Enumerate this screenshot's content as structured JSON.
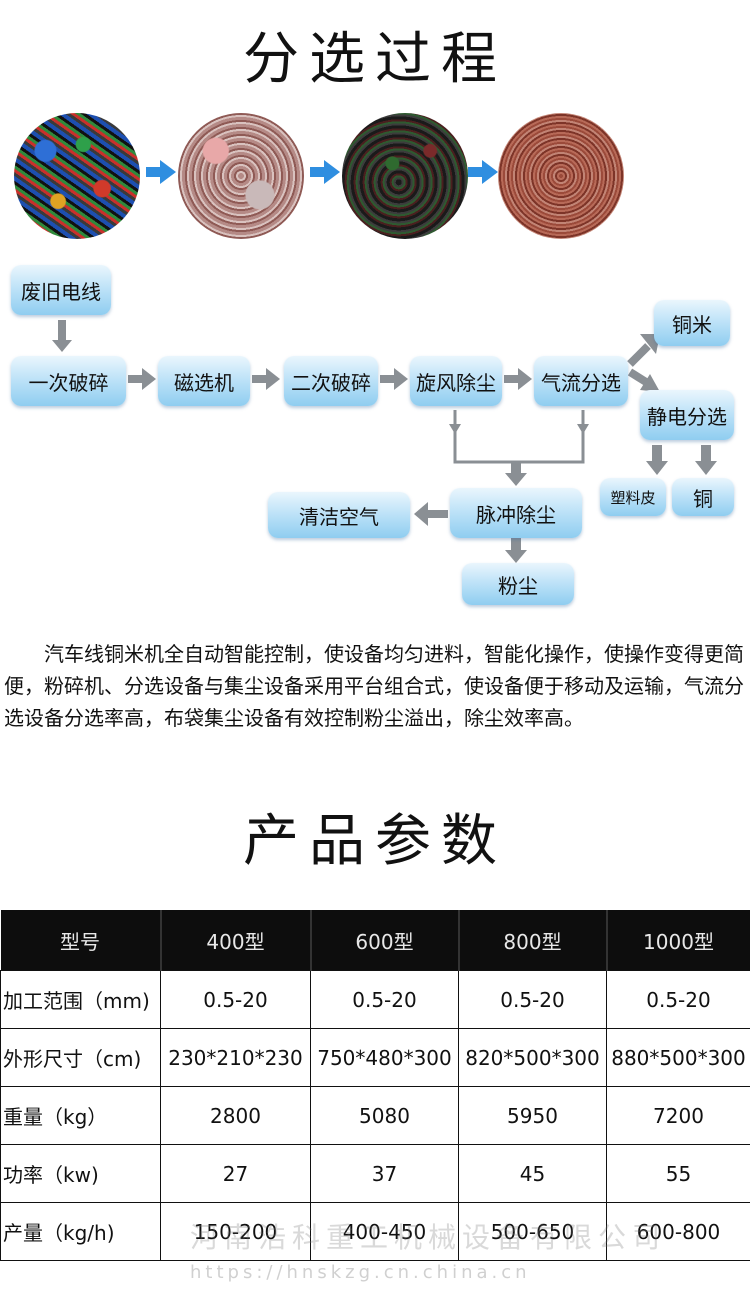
{
  "section1": {
    "title": "分选过程"
  },
  "flow": {
    "waste_wire": "废旧电线",
    "primary_crush": "一次破碎",
    "magnetic_sep": "磁选机",
    "secondary_crush": "二次破碎",
    "cyclone": "旋风除尘",
    "air_sep": "气流分选",
    "copper_rice": "铜米",
    "electrostatic": "静电分选",
    "plastic": "塑料皮",
    "copper": "铜",
    "pulse_dust": "脉冲除尘",
    "clean_air": "清洁空气",
    "dust": "粉尘"
  },
  "description": "汽车线铜米机全自动智能控制，使设备均匀进料，智能化操作，使操作变得更简便，粉碎机、分选设备与集尘设备采用平台组合式，使设备便于移动及运输，气流分选设备分选率高，布袋集尘设备有效控制粉尘溢出，除尘效率高。",
  "section2": {
    "title": "产品参数"
  },
  "table": {
    "headers": [
      "型号",
      "400型",
      "600型",
      "800型",
      "1000型"
    ],
    "rows": [
      [
        "加工范围（mm)",
        "0.5-20",
        "0.5-20",
        "0.5-20",
        "0.5-20"
      ],
      [
        "外形尺寸（cm)",
        "230*210*230",
        "750*480*300",
        "820*500*300",
        "880*500*300"
      ],
      [
        "重量（kg）",
        "2800",
        "5080",
        "5950",
        "7200"
      ],
      [
        "功率（kw)",
        "27",
        "37",
        "45",
        "55"
      ],
      [
        "产量（kg/h)",
        "150-200",
        "400-450",
        "500-650",
        "600-800"
      ]
    ]
  },
  "watermark": {
    "company": "河南浩科重工机械设备有限公司",
    "url": "https://hnskzg.cn.china.cn"
  },
  "colors": {
    "node_blue": "#8fcdf0",
    "arrow_blue": "#2f8ee0",
    "arrow_gray": "#8a8f94",
    "table_header": "#0d0d0d"
  }
}
